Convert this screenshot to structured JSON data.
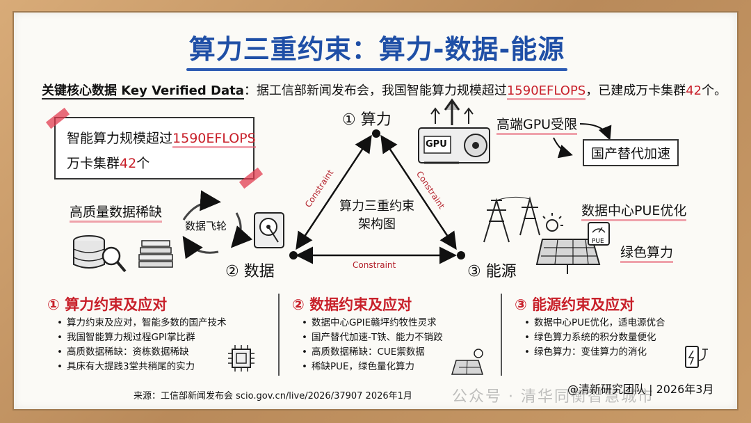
{
  "title": "算力三重约束：算力-数据-能源",
  "key_data": {
    "label": "关键核心数据 Key Verified Data",
    "text_prefix": "：据工信部新闻发布会，我国智能算力规模超过",
    "highlight1": "1590EFLOPS",
    "text_middle": "，已建成万卡集群",
    "highlight2": "42",
    "text_suffix": "个。"
  },
  "stat_box": {
    "line1_prefix": "智能算力规模超过",
    "line1_value": "1590EFLOPS",
    "line2_prefix": "万卡集群",
    "line2_value": "42",
    "line2_suffix": "个"
  },
  "triangle": {
    "top_node": "① 算力",
    "left_node": "② 数据",
    "right_node": "③ 能源",
    "center_line1": "算力三重约束",
    "center_line2": "架构图",
    "edge_label": "Constraint"
  },
  "left_side": {
    "data_scarcity": "高质量数据稀缺",
    "data_flywheel": "数据飞轮"
  },
  "top_right": {
    "gpu_label": "GPU",
    "gpu_restricted": "高端GPU受限",
    "domestic_accel": "国产替代加速"
  },
  "right_side": {
    "pue_opt": "数据中心PUE优化",
    "green_compute": "绿色算力",
    "pue_badge": "PUE"
  },
  "sections": [
    {
      "title": "① 算力约束及应对",
      "bullets": [
        "算力约束及应对，智能多数的国产技术",
        "我国智能算力规过程GPI掌比群",
        "高质数据稀缺：资栋数据稀缺",
        "具床有大提践3堂共稍尾的实力"
      ]
    },
    {
      "title": "② 数据约束及应对",
      "bullets": [
        "数据中心GPIE赣坪约牧性灵求",
        "国产替代加速-T铁、能力不销跤",
        "高质数据稀缺：CUE禦数据",
        "稀缺PUE，绿色量化算力"
      ]
    },
    {
      "title": "③ 能源约束及应对",
      "bullets": [
        "数据中心PUE优化，适电源优合",
        "绿色算力系统的积分数量便化",
        "绿色算力：变佳算力的消化"
      ]
    }
  ],
  "footer": {
    "source": "来源：工信部新闻发布会 scio.gov.cn/live/2026/37907 2026年1月",
    "credit": "@清新研究团队 | 2026年3月",
    "watermark": "公众号 · 清华同衡智慧城市"
  },
  "colors": {
    "title_blue": "#1f4fa6",
    "accent_red": "#c8202a",
    "tape_pink": "#e13c50"
  }
}
